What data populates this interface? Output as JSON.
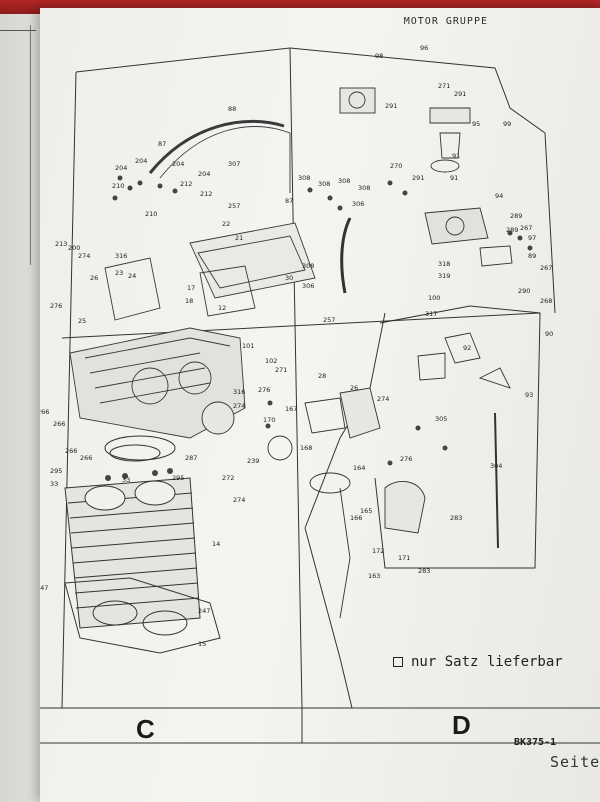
{
  "header": {
    "title": "MOTOR GRUPPE"
  },
  "legend": {
    "text": "nur Satz lieferbar"
  },
  "sections": {
    "left": "C",
    "right": "D"
  },
  "footer": {
    "code": "BK375-1",
    "page_word": "Seite"
  },
  "callouts": [
    "98",
    "96",
    "271",
    "291",
    "291",
    "95",
    "99",
    "88",
    "87",
    "307",
    "270",
    "291",
    "91",
    "91",
    "94",
    "308",
    "308",
    "308",
    "308",
    "306",
    "204",
    "204",
    "204",
    "204",
    "212",
    "210",
    "210",
    "212",
    "257",
    "22",
    "21",
    "87",
    "289",
    "267",
    "97",
    "89",
    "267",
    "290",
    "268",
    "30",
    "308",
    "306",
    "318",
    "319",
    "100",
    "317",
    "257",
    "213",
    "200",
    "274",
    "26",
    "316",
    "23",
    "24",
    "276",
    "25",
    "17",
    "18",
    "12",
    "101",
    "102",
    "271",
    "305",
    "304",
    "92",
    "93",
    "90",
    "266",
    "266",
    "266",
    "266",
    "316",
    "274",
    "276",
    "28",
    "26",
    "274",
    "276",
    "167",
    "168",
    "170",
    "287",
    "272",
    "274",
    "239",
    "164",
    "295",
    "33",
    "33",
    "295",
    "14",
    "247",
    "247",
    "15",
    "165",
    "166",
    "172",
    "171",
    "283",
    "283",
    "163",
    "289"
  ]
}
